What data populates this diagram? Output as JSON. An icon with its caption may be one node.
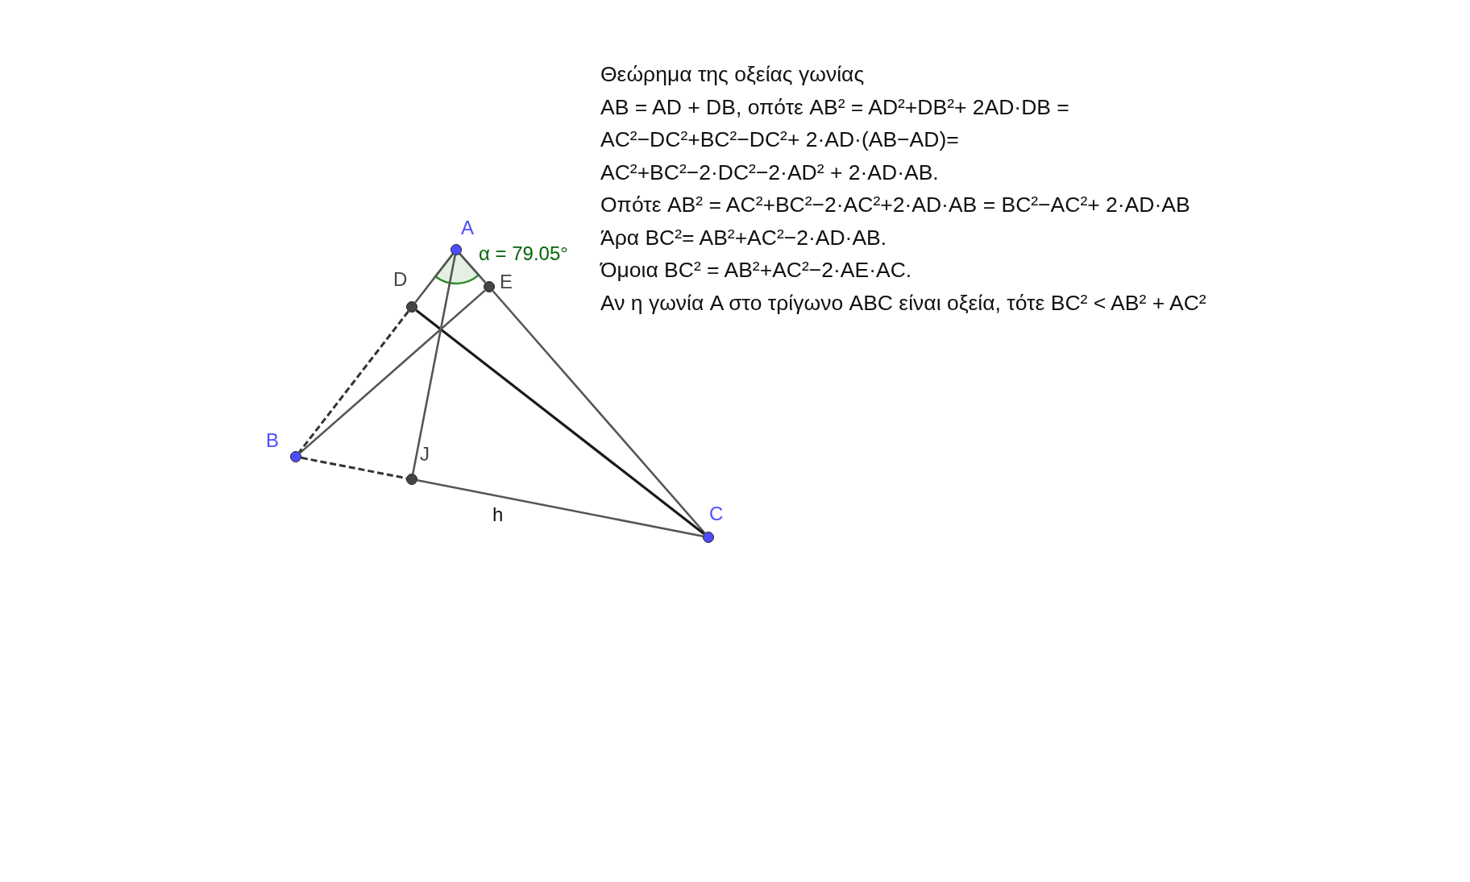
{
  "diagram": {
    "nodes": [
      {
        "text": [
          "A"
        ]
      },
      {
        "text": [
          "D"
        ]
      },
      {
        "text": [
          "E"
        ]
      },
      {
        "text": [
          "B"
        ]
      },
      {
        "text": [
          "J"
        ]
      },
      {
        "text": [
          "C"
        ]
      }
    ],
    "edges": [
      {
        "from": 0,
        "to": 1,
        "arrow": "none"
      },
      {
        "from": 1,
        "to": 3,
        "arrow": "none",
        "style": "dashed"
      },
      {
        "from": 0,
        "to": 2,
        "arrow": "none"
      },
      {
        "from": 2,
        "to": 5,
        "arrow": "none"
      },
      {
        "from": 3,
        "to": 4,
        "arrow": "none",
        "style": "dashed"
      },
      {
        "from": 4,
        "to": 5,
        "arrow": "none",
        "label": "h"
      },
      {
        "from": 1,
        "to": 5,
        "arrow": "none",
        "color": "#1a1a1a"
      },
      {
        "from": 3,
        "to": 2,
        "arrow": "none"
      },
      {
        "from": 0,
        "to": 4,
        "arrow": "none"
      }
    ],
    "labels": [
      "α = 79.05°",
      "Θεώρημα της οξείας γωνίας",
      "AB = AD + DB, οπότε AB² = AD²+DB²+ 2AD·DB =",
      "AC²−DC²+BC²−DC²+ 2·AD·(AB−AD)=",
      "AC²+BC²−2·DC²−2·AD² + 2·AD·AB.",
      "Οπότε AB² = AC²+BC²−2·AC²+2·AD·AB = BC²−AC²+ 2·AD·AB",
      "Άρα BC²= AB²+AC²−2·AD·AB.",
      "Όμοια BC² = AB²+AC²−2·AE·AC.",
      "Αν η γωνία A στο τρίγωνο ABC είναι οξεία, τότε BC² < AB² + AC²"
    ]
  }
}
